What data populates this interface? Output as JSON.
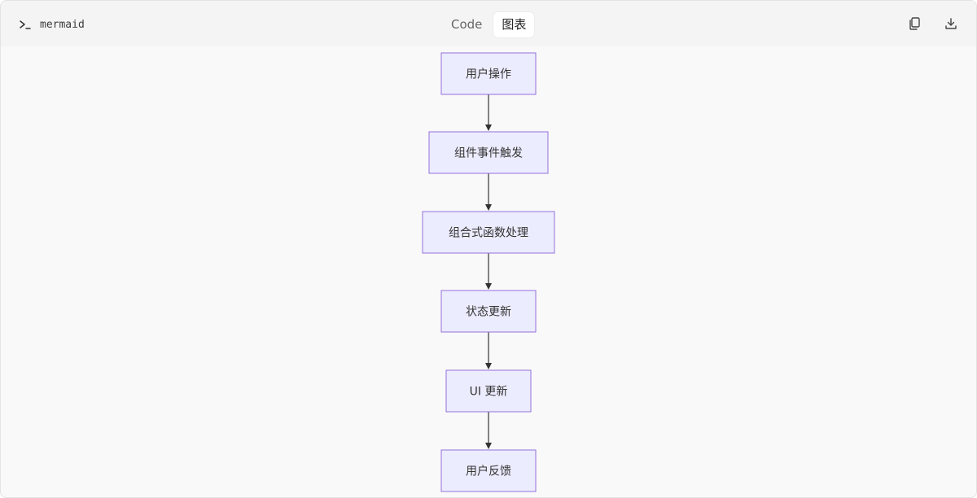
{
  "toolbar": {
    "language_label": "mermaid",
    "tabs": [
      {
        "label": "Code",
        "active": false
      },
      {
        "label": "图表",
        "active": true
      }
    ],
    "copy_icon": "copy-icon",
    "download_icon": "download-icon"
  },
  "diagram": {
    "type": "flowchart",
    "direction": "TD",
    "node_fill": "#ececff",
    "node_stroke": "#9370db",
    "edge_color": "#333333",
    "nodes": [
      {
        "label": "用户操作"
      },
      {
        "label": "组件事件触发"
      },
      {
        "label": "组合式函数处理"
      },
      {
        "label": "状态更新"
      },
      {
        "label": "UI 更新"
      },
      {
        "label": "用户反馈"
      }
    ],
    "edges": [
      {
        "from": 0,
        "to": 1
      },
      {
        "from": 1,
        "to": 2
      },
      {
        "from": 2,
        "to": 3
      },
      {
        "from": 3,
        "to": 4
      },
      {
        "from": 4,
        "to": 5
      }
    ]
  }
}
